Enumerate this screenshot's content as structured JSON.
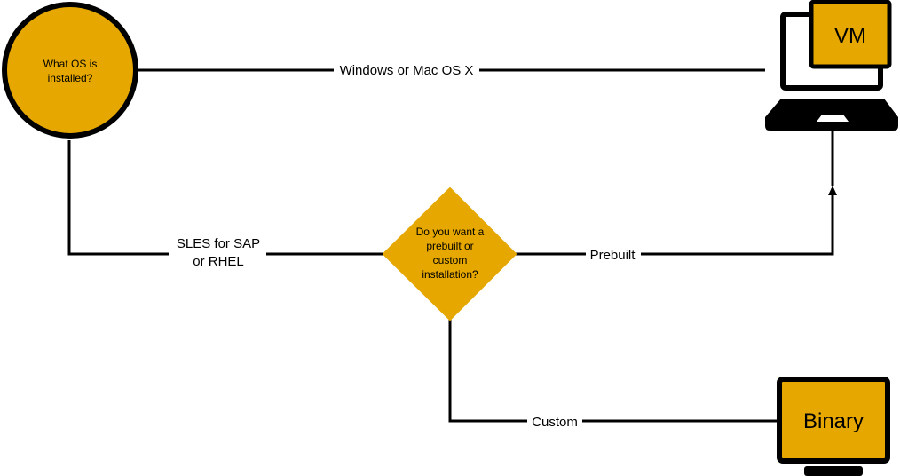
{
  "colors": {
    "fill": "#e6a800",
    "stroke": "#000000",
    "background": "#ffffff"
  },
  "nodes": {
    "start": {
      "lines": [
        "What OS is",
        "installed?"
      ]
    },
    "decision": {
      "lines": [
        "Do you want a",
        "prebuilt or",
        "custom",
        "installation?"
      ]
    },
    "vm": {
      "label": "VM",
      "icon": "laptop-icon"
    },
    "binary": {
      "label": "Binary",
      "icon": "monitor-icon"
    }
  },
  "edges": {
    "windows_mac": {
      "label": "Windows or Mac OS X"
    },
    "sles_rhel": {
      "lines": [
        "SLES for SAP",
        "or RHEL"
      ]
    },
    "prebuilt": {
      "label": "Prebuilt"
    },
    "custom": {
      "label": "Custom"
    }
  }
}
